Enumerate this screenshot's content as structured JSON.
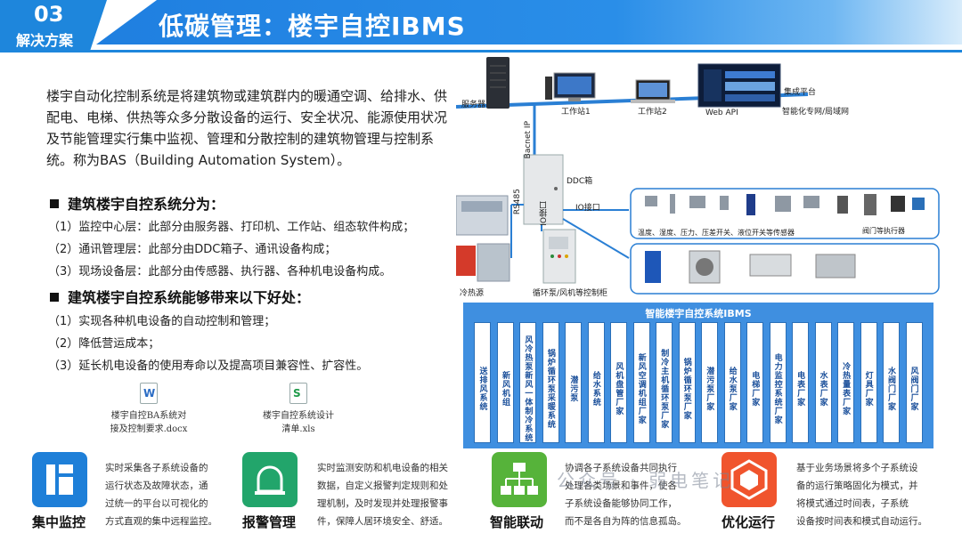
{
  "header": {
    "number": "03",
    "section": "解决方案",
    "title": "低碳管理：楼宇自控IBMS"
  },
  "intro": "楼宇自动化控制系统是将建筑物或建筑群内的暖通空调、给排水、供配电、电梯、供热等众多分散设备的运行、安全状况、能源使用状况及节能管理实行集中监视、管理和分散控制的建筑物管理与控制系统。称为BAS（Building Automation System）。",
  "section1": {
    "heading": "建筑楼宇自控系统分为：",
    "items": [
      "（1）监控中心层：此部分由服务器、打印机、工作站、组态软件构成；",
      "（2）通讯管理层：此部分由DDC箱子、通讯设备构成；",
      "（3）现场设备层：此部分由传感器、执行器、各种机电设备构成。"
    ]
  },
  "section2": {
    "heading": "建筑楼宇自控系统能够带来以下好处：",
    "items": [
      "（1）实现各种机电设备的自动控制和管理；",
      "（2）降低营运成本；",
      "（3）延长机电设备的使用寿命以及提高项目兼容性、扩容性。"
    ]
  },
  "files": [
    {
      "icon": "W",
      "line1": "楼宇自控BA系统对",
      "line2": "接及控制要求.docx"
    },
    {
      "icon": "S",
      "line1": "楼宇自控系统设计",
      "line2": "清单.xls"
    }
  ],
  "diagram": {
    "server": "服务器",
    "ws1": "工作站1",
    "ws2": "工作站2",
    "integration": "集成平台",
    "webapi": "Web API",
    "network": "智能化专网/局域网",
    "bacnet": "Bacnet IP",
    "ddc": "DDC箱",
    "rs485": "RS485",
    "io1": "IO接口",
    "io2": "IO接口",
    "sensors": "温度、湿度、压力、压差开关、液位开关等传感器",
    "valves": "阀门等执行器",
    "source": "冷热源",
    "cabinet": "循环泵/风机等控制柜"
  },
  "ibms": {
    "title": "智能楼宇自控系统IBMS",
    "columns": [
      "送排风系统",
      "新风机组",
      "风冷热泵新风一体制冷系统",
      "锅炉循环泵采暖系统",
      "潜污泵",
      "给水系统",
      "风机盘管厂家",
      "新风空调机组厂家",
      "制冷主机循环泵厂家",
      "锅炉循环泵厂家",
      "潜污泵厂家",
      "给水泵厂家",
      "电梯厂家",
      "电力监控系统厂家",
      "电表厂家",
      "水表厂家",
      "冷热量表厂家",
      "灯具厂家",
      "水阀门厂家",
      "风阀门厂家"
    ]
  },
  "tiles": [
    {
      "name": "集中监控",
      "desc": [
        "实时采集各子系统设备的",
        "运行状态及故障状态，通",
        "过统一的平台以可视化的",
        "方式直观的集中远程监控。"
      ],
      "color": "#1e7fd8"
    },
    {
      "name": "报警管理",
      "desc": [
        "实时监测安防和机电设备的相关",
        "数据，自定义报警判定规则和处",
        "理机制，及时发现并处理报警事",
        "件，保障人居环境安全、舒适。"
      ],
      "color": "#22a56b"
    },
    {
      "name": "智能联动",
      "desc": [
        "协调各子系统设备共同执行",
        "处理各类场景和事件，使各",
        "子系统设备能够协同工作，",
        "而不是各自为阵的信息孤岛。"
      ],
      "color": "#56b33a"
    },
    {
      "name": "优化运行",
      "desc": [
        "基于业务场景将多个子系统设",
        "备的运行策略固化为模式，并",
        "将模式通过时间表，子系统",
        "设备按时间表和模式自动运行。"
      ],
      "color": "#f0542d"
    }
  ],
  "watermark": "公众号 · 弱电笔记"
}
